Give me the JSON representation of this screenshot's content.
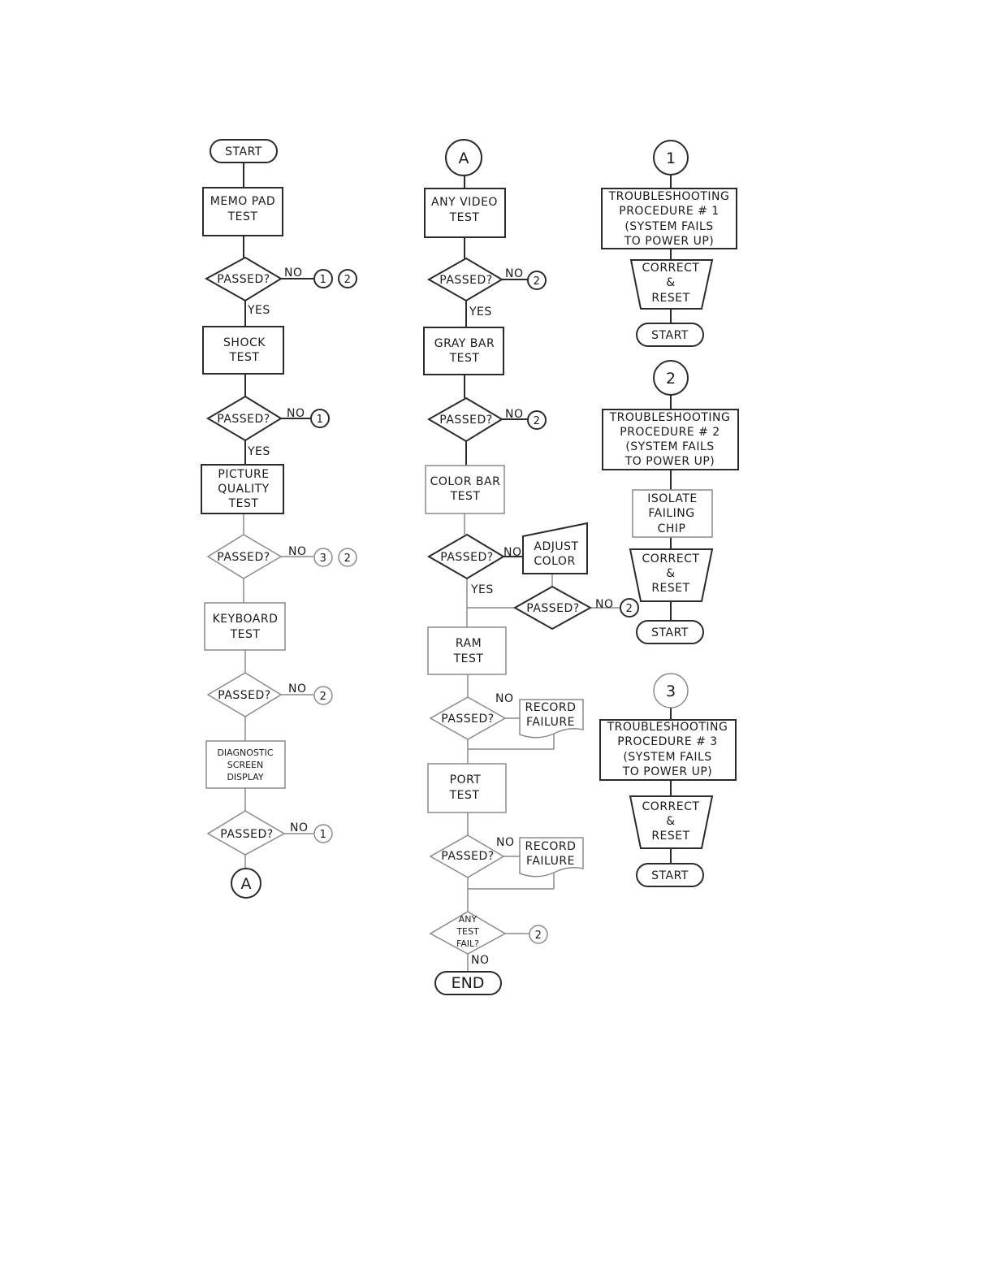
{
  "start": "START",
  "end": "END",
  "yes": "YES",
  "no": "NO",
  "passed": "PASSED?",
  "any_test_fail": [
    "ANY",
    "TEST",
    "FAIL?"
  ],
  "connectors": {
    "a": "A",
    "c1": "1",
    "c2": "2",
    "c3": "3"
  },
  "tests": {
    "memo_pad": [
      "MEMO PAD",
      "TEST"
    ],
    "shock": [
      "SHOCK",
      "TEST"
    ],
    "picture_quality": [
      "PICTURE",
      "QUALITY",
      "TEST"
    ],
    "keyboard": [
      "KEYBOARD",
      "TEST"
    ],
    "diagnostic": [
      "DIAGNOSTIC",
      "SCREEN",
      "DISPLAY"
    ],
    "any_video": [
      "ANY VIDEO",
      "TEST"
    ],
    "gray_bar": [
      "GRAY BAR",
      "TEST"
    ],
    "color_bar": [
      "COLOR BAR",
      "TEST"
    ],
    "ram": [
      "RAM",
      "TEST"
    ],
    "port": [
      "PORT",
      "TEST"
    ]
  },
  "adjust_color": [
    "ADJUST",
    "COLOR"
  ],
  "record_failure": [
    "RECORD",
    "FAILURE"
  ],
  "procedures": {
    "p1": [
      "TROUBLESHOOTING",
      "PROCEDURE # 1",
      "(SYSTEM FAILS",
      "TO POWER UP)"
    ],
    "p2": [
      "TROUBLESHOOTING",
      "PROCEDURE # 2",
      "(SYSTEM FAILS",
      "TO POWER UP)"
    ],
    "p3": [
      "TROUBLESHOOTING",
      "PROCEDURE # 3",
      "(SYSTEM FAILS",
      "TO POWER UP)"
    ]
  },
  "correct_reset": [
    "CORRECT",
    "&",
    "RESET"
  ],
  "isolate_chip": [
    "ISOLATE",
    "FAILING",
    "CHIP"
  ]
}
